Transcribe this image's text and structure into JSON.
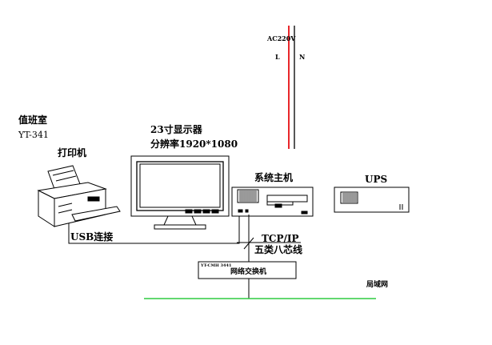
{
  "labels": {
    "room_title": "值班室",
    "room_model": "YT-341",
    "printer": "打印机",
    "monitor_size": "23寸显示器",
    "monitor_resolution": "分辨率1920*1080",
    "host": "系统主机",
    "ups": "UPS",
    "usb": "USB连接",
    "tcp_ip": "TCP/IP",
    "cable": "五类八芯线",
    "switch_tag": "YT-CMH 3441",
    "switch": "网络交换机",
    "lan": "局域网",
    "power_rating": "AC220V",
    "live": "L",
    "neutral": "N"
  },
  "colors": {
    "power_live": "#e8262a",
    "power_neutral": "#202020",
    "lan_line": "#2ecc40",
    "line": "#000000"
  }
}
